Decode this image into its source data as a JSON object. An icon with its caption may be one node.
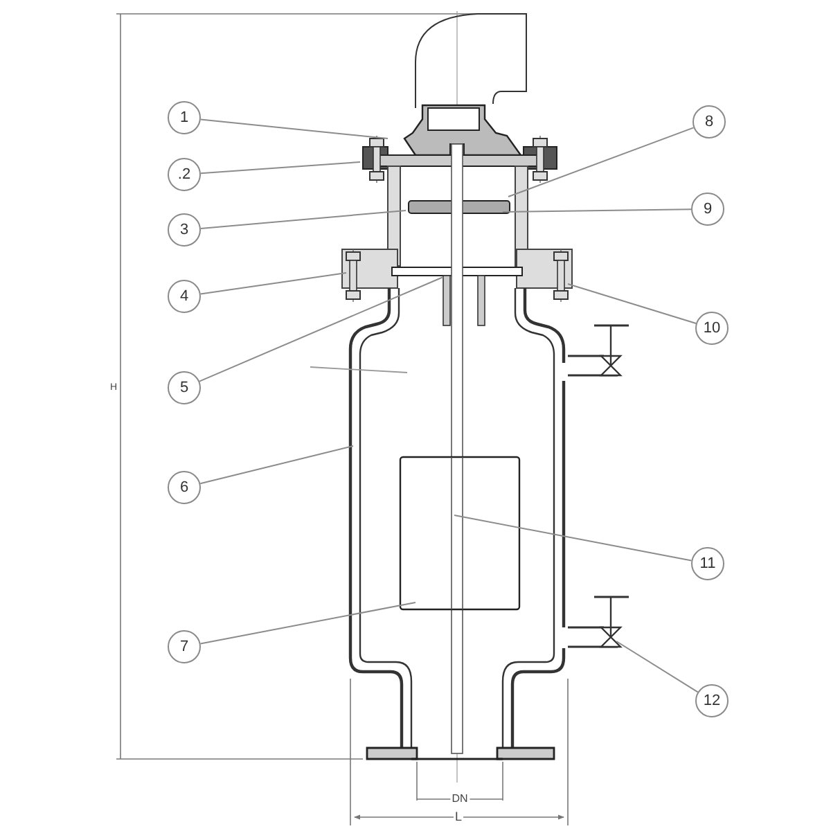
{
  "diagram": {
    "nodes": [
      {
        "text": [
          "1"
        ]
      },
      {
        "text": [
          "8"
        ]
      },
      {
        "text": [
          ".2"
        ]
      },
      {
        "text": [
          "3"
        ]
      },
      {
        "text": [
          "9"
        ]
      },
      {
        "text": [
          "4"
        ]
      },
      {
        "text": [
          "10"
        ]
      },
      {
        "text": [
          "5"
        ]
      },
      {
        "text": [
          "6"
        ]
      },
      {
        "text": [
          "11"
        ]
      },
      {
        "text": [
          "7"
        ]
      },
      {
        "text": [
          "12"
        ]
      }
    ],
    "edges": [
      {
        "from": 0,
        "to": null,
        "arrow": "none"
      },
      {
        "from": 1,
        "to": null,
        "arrow": "none"
      },
      {
        "from": 2,
        "to": null,
        "arrow": "none"
      },
      {
        "from": 3,
        "to": null,
        "arrow": "none"
      },
      {
        "from": 4,
        "to": null,
        "arrow": "none"
      },
      {
        "from": 5,
        "to": null,
        "arrow": "none"
      },
      {
        "from": 6,
        "to": null,
        "arrow": "none"
      },
      {
        "from": 7,
        "to": null,
        "arrow": "none"
      },
      {
        "from": 8,
        "to": null,
        "arrow": "none"
      },
      {
        "from": 9,
        "to": null,
        "arrow": "none"
      },
      {
        "from": 10,
        "to": null,
        "arrow": "none"
      },
      {
        "from": 11,
        "to": null,
        "arrow": "none"
      }
    ],
    "labels": [
      "H",
      "DN",
      "L"
    ]
  }
}
